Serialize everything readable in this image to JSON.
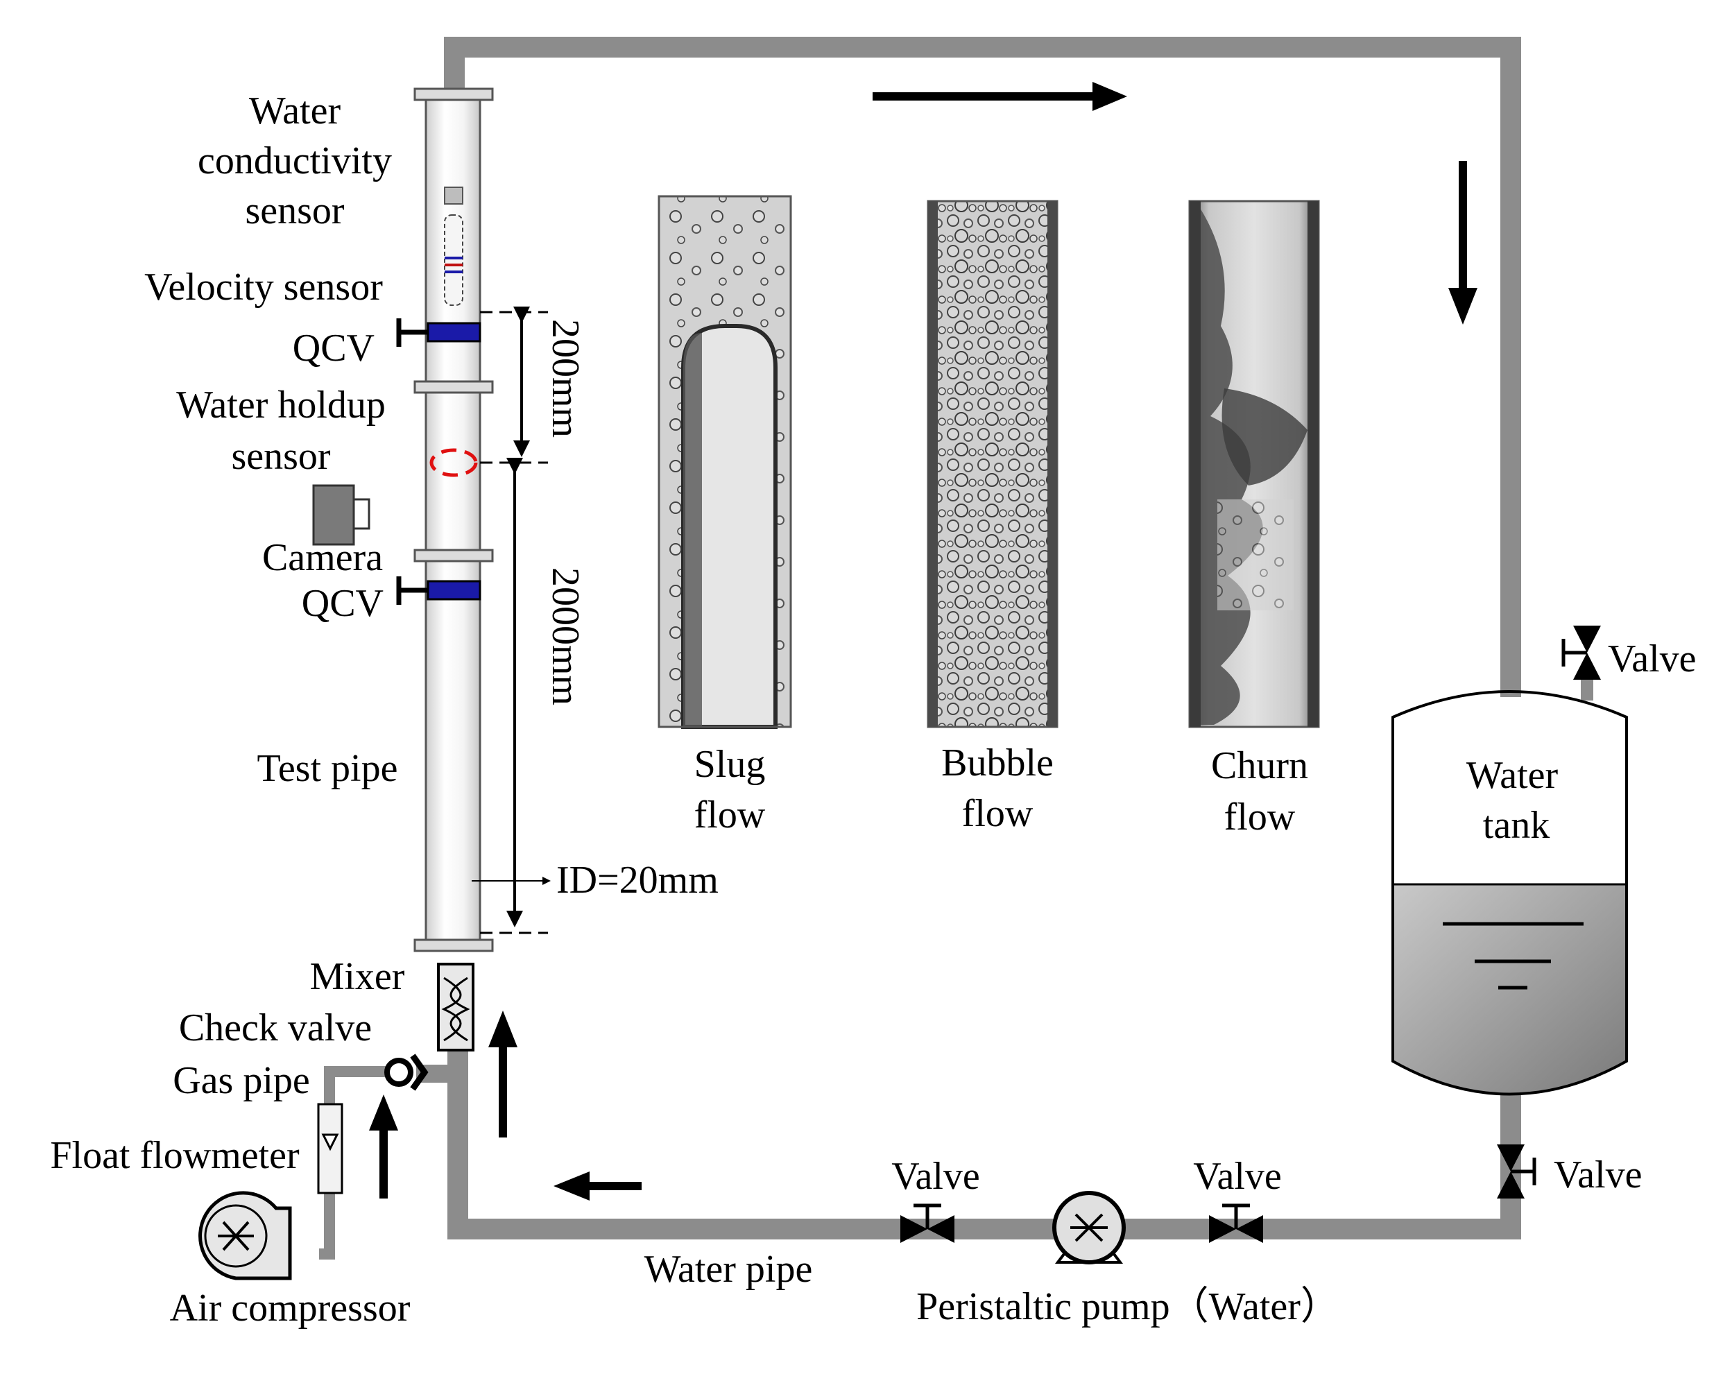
{
  "labels": {
    "water_conductivity_sensor": [
      "Water",
      "conductivity",
      "sensor"
    ],
    "velocity_sensor": "Velocity sensor",
    "qcv_top": "QCV",
    "water_holdup_sensor": [
      "Water holdup",
      "sensor"
    ],
    "camera": "Camera",
    "qcv_bottom": "QCV",
    "test_pipe": "Test pipe",
    "id_dimension": "ID=20mm",
    "dim_200": "200mm",
    "dim_2000": "2000mm",
    "mixer": "Mixer",
    "check_valve": "Check valve",
    "gas_pipe": "Gas pipe",
    "float_flowmeter": "Float flowmeter",
    "air_compressor": "Air compressor",
    "water_pipe": "Water pipe",
    "valve_left": "Valve",
    "valve_middle": "Valve",
    "valve_tank_bottom": "Valve",
    "valve_tank_top": "Valve",
    "peristaltic_pump": "Peristaltic pump（Water）",
    "water_tank": [
      "Water",
      "tank"
    ],
    "flow_patterns": [
      {
        "line1": "Slug",
        "line2": "flow"
      },
      {
        "line1": "Bubble",
        "line2": "flow"
      },
      {
        "line1": "Churn",
        "line2": "flow"
      }
    ]
  },
  "colors": {
    "pipe": "#8c8c8c",
    "qcv": "#1a1aa8",
    "holdup_sensor": "#e01010",
    "tank_water": "#9a9a9a"
  }
}
